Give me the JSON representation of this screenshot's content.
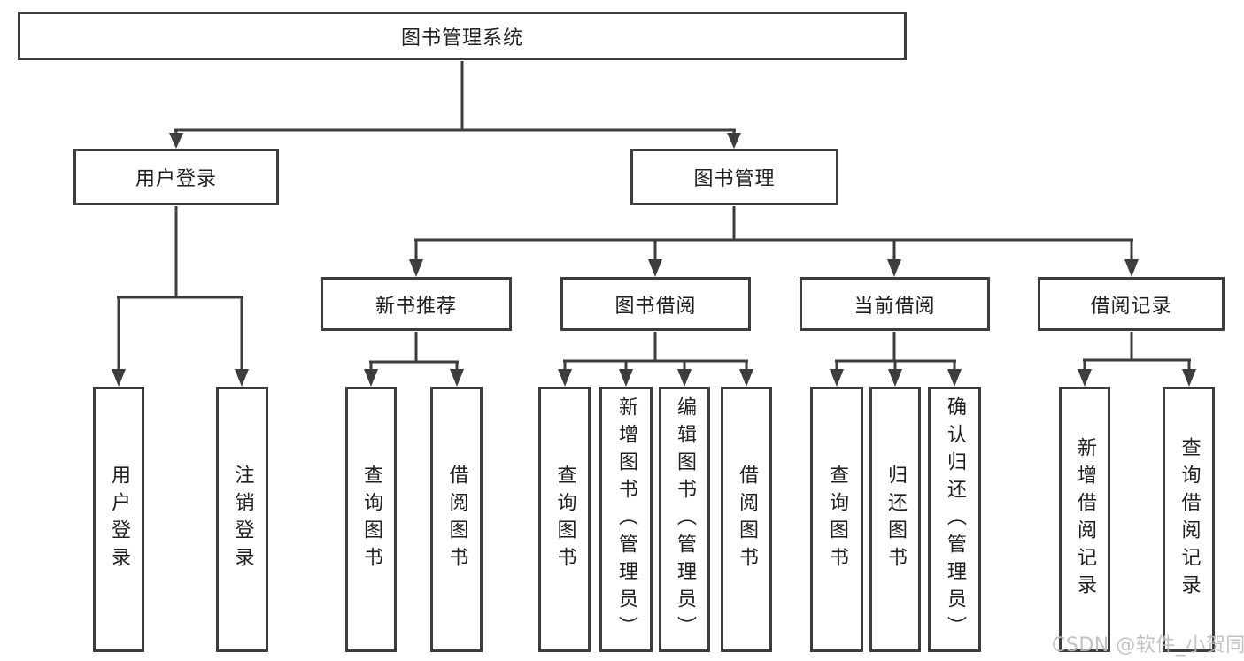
{
  "tree": {
    "root": {
      "label": "图书管理系统"
    },
    "branches": [
      {
        "label": "用户登录",
        "leaves": [
          {
            "label": "用户登录"
          },
          {
            "label": "注销登录"
          }
        ]
      },
      {
        "label": "图书管理",
        "groups": [
          {
            "label": "新书推荐",
            "leaves": [
              {
                "label": "查询图书"
              },
              {
                "label": "借阅图书"
              }
            ]
          },
          {
            "label": "图书借阅",
            "leaves": [
              {
                "label": "查询图书"
              },
              {
                "label": "新增图书（管理员）"
              },
              {
                "label": "编辑图书（管理员）"
              },
              {
                "label": "借阅图书"
              }
            ]
          },
          {
            "label": "当前借阅",
            "leaves": [
              {
                "label": "查询图书"
              },
              {
                "label": "归还图书"
              },
              {
                "label": "确认归还（管理员）"
              }
            ]
          },
          {
            "label": "借阅记录",
            "leaves": [
              {
                "label": "新增借阅记录"
              },
              {
                "label": "查询借阅记录"
              }
            ]
          }
        ]
      }
    ]
  },
  "watermark": {
    "text": "CSDN @软件_小贺同学"
  },
  "colors": {
    "line": "#3d3d3d",
    "text": "#1f1f1f",
    "background": "#ffffff",
    "watermark": "#bdbdbd"
  }
}
